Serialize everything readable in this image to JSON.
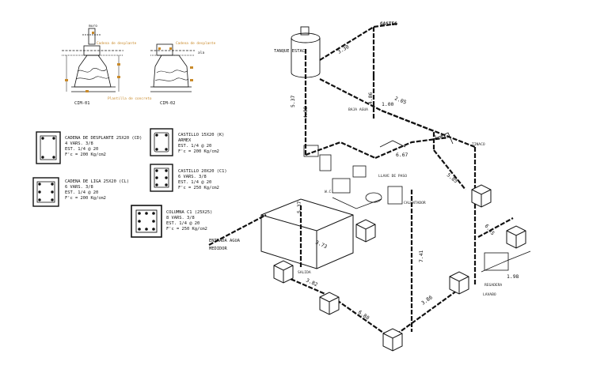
{
  "details": {
    "labels": [
      "muro",
      "Cadena de desplante",
      "Cadena de desplante",
      "ala",
      "Plantilla de concreto"
    ],
    "section_a": "CIM-01",
    "section_b": "CIM-02"
  },
  "legend": [
    {
      "title": "CADENA DE DESPLANTE 25X20 (CD)",
      "l2": "4 VARS. 3/8",
      "l3": "EST. 1/4 @ 20",
      "l4": "F'c = 200 Kg/cm2"
    },
    {
      "title": "CADENA DE LIGA 25X20 (CL)",
      "l2": "6 VARS. 3/8",
      "l3": "EST. 1/4 @ 20",
      "l4": "F'c = 200 Kg/cm2"
    },
    {
      "title": "CASTILLO 15X20 (K)",
      "l2": "ARMEX",
      "l3": "EST. 1/4 @ 20",
      "l4": "F'c = 200 Kg/cm2"
    },
    {
      "title": "CASTILLO 20X20 (C1)",
      "l2": "6 VARS. 3/8",
      "l3": "EST. 1/4 @ 20",
      "l4": "F'c = 250 Kg/cm2"
    },
    {
      "title": "COLUMNA C1 (25X25)",
      "l2": "8 VARS. 3/8",
      "l3": "EST. 1/4 @ 20",
      "l4": "F'c = 250 Kg/cm2"
    }
  ],
  "iso": {
    "top_label": "GASTEC",
    "tank_label": "TANQUE ESTAC.",
    "left_entry": "ENTRADA AGUA",
    "left_entry2": "MEDIDOR",
    "dims": [
      "5.37",
      "4.88",
      "3.30",
      "4.86",
      "1.00",
      "2.05",
      "6.67",
      "1.44",
      "5.85",
      "3.73",
      "7.41",
      "3.82",
      "6.80",
      "5.37",
      "3.86",
      "6.55",
      "1.98"
    ],
    "notes": [
      "BAJA AGUA",
      "LLAVE DE PASO",
      "CALENTADOR",
      "TINACO",
      "REGADERA",
      "LAVABO",
      "SALIDA",
      "W.C."
    ]
  },
  "colors": {
    "line": "#111111",
    "accent": "#c98a2a"
  }
}
